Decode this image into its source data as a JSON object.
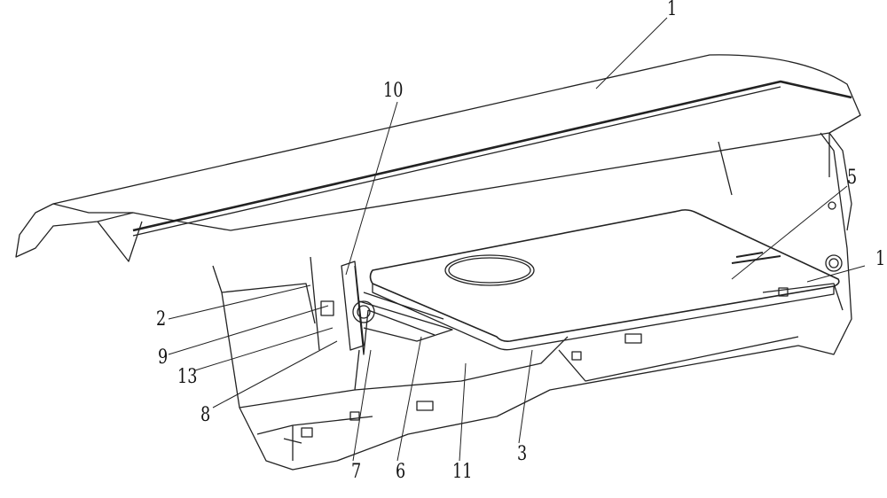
{
  "figure": {
    "labels": {
      "l1_top": "1",
      "l10": "10",
      "l5": "5",
      "l1_right": "1",
      "l2": "2",
      "l9": "9",
      "l13": "13",
      "l8": "8",
      "l7": "7",
      "l6": "6",
      "l11": "11",
      "l3": "3"
    }
  }
}
